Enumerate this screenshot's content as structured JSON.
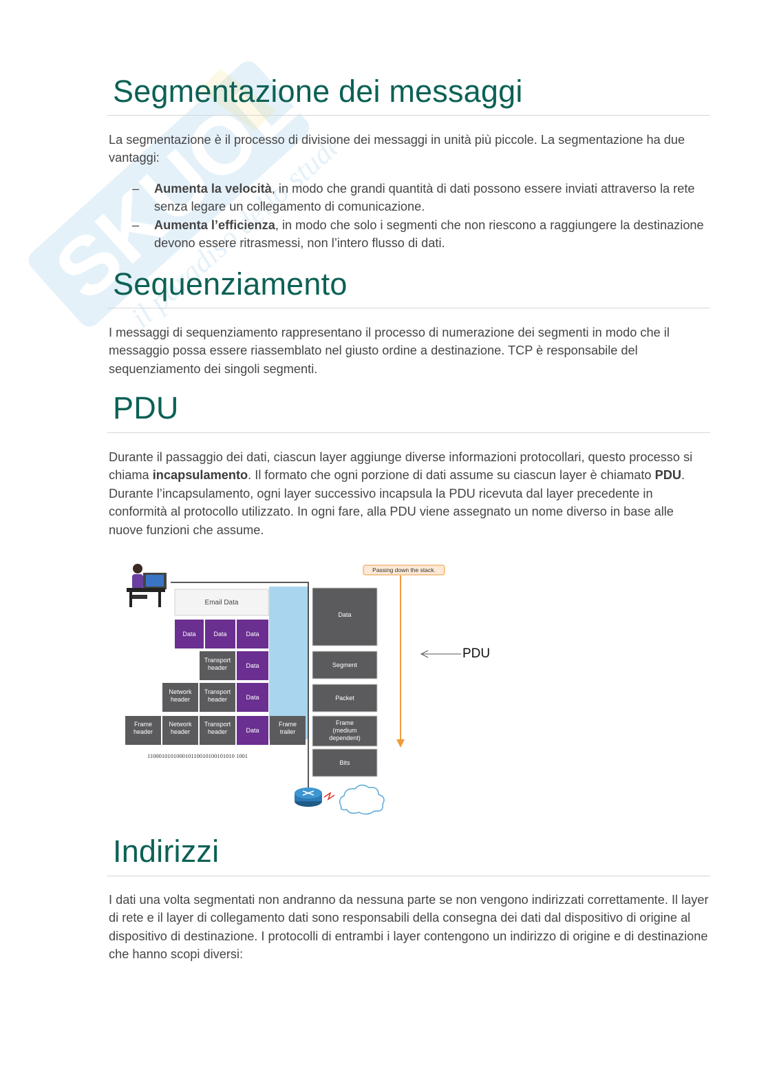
{
  "watermark": {
    "brand": "SKUOLA.net",
    "tagline": "il paradiso dello studente"
  },
  "sections": {
    "segmentazione": {
      "title": "Segmentazione dei messaggi",
      "intro": "La segmentazione è il processo di divisione dei messaggi in unità più piccole. La segmentazione ha due vantaggi:",
      "bullets": [
        {
          "bold": "Aumenta la velocità",
          "text": ", in modo che grandi quantità di dati possono essere inviati attraverso la rete senza legare un collegamento di comunicazione."
        },
        {
          "bold": "Aumenta l’efficienza",
          "text": ", in modo che solo i segmenti che non riescono a raggiungere la destinazione devono essere ritrasmessi, non l’intero flusso di dati."
        }
      ]
    },
    "sequenziamento": {
      "title": "Sequenziamento",
      "body": "I messaggi di sequenziamento rappresentano il processo di numerazione dei segmenti in modo che il messaggio possa essere riassemblato nel giusto ordine a destinazione. TCP è responsabile del sequenziamento dei singoli segmenti."
    },
    "pdu": {
      "title": "PDU",
      "p1": "Durante il passaggio dei dati, ciascun layer aggiunge diverse informazioni protocollari, questo processo si chiama ",
      "b1": "incapsulamento",
      "p2": ". Il formato che ogni porzione di dati assume su ciascun layer è chiamato ",
      "b2": "PDU",
      "p3": ". Durante l’incapsulamento, ogni layer successivo incapsula la PDU ricevuta dal layer precedente in conformità al protocollo utilizzato. In ogni fare, alla PDU viene assegnato un nome diverso in base alle nuove funzioni che assume."
    },
    "indirizzi": {
      "title": "Indirizzi",
      "body": "I dati una volta segmentati non andranno da nessuna parte se non vengono indirizzati correttamente. Il layer di rete e il layer di collegamento dati sono responsabili della consegna dei dati dal dispositivo di origine al dispositivo di destinazione. I protocolli di entrambi i layer contengono un indirizzo di origine e di destinazione che hanno scopi diversi:"
    }
  },
  "diagram": {
    "stack_label": "Passing down the stack.",
    "email_data": "Email Data",
    "data": "Data",
    "transport_header": [
      "Transport",
      "header"
    ],
    "network_header": [
      "Network",
      "header"
    ],
    "frame_header": [
      "Frame",
      "header"
    ],
    "frame_trailer": [
      "Frame",
      "trailer"
    ],
    "bits_string": "110001010100010110010100101010 1001",
    "pdu_names": {
      "data": "Data",
      "segment": "Segment",
      "packet": "Packet",
      "frame": [
        "Frame",
        "(medium",
        "dependent)"
      ],
      "bits": "Bits"
    },
    "annotation": "PDU",
    "colors": {
      "purple": "#6a2f90",
      "gray": "#5b5b5d",
      "blue": "#a9d6ee",
      "orange": "#f09a3a",
      "teal": "#0c6155"
    }
  }
}
